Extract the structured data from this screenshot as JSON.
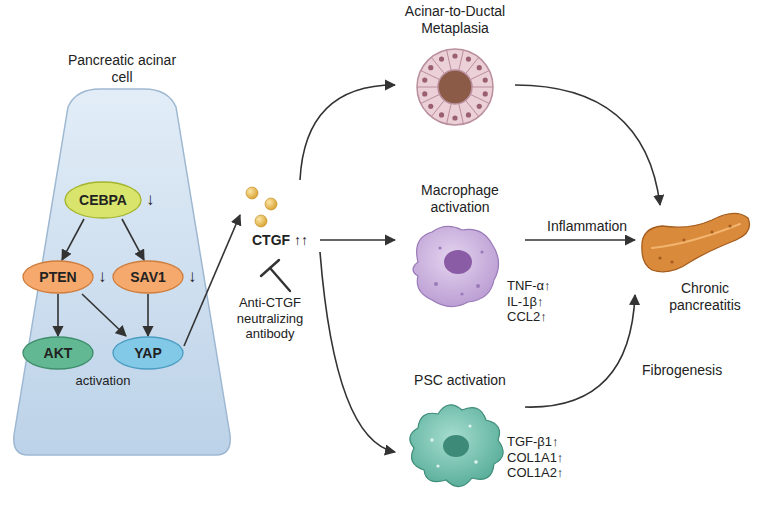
{
  "diagram": {
    "nodes": [
      {
        "text": [
          "Pancreatic acinar cell",
          "activation"
        ]
      },
      {
        "text": [
          "CEBPA",
          "↓"
        ],
        "in": 0
      },
      {
        "text": [
          "PTEN",
          "↓"
        ],
        "in": 0
      },
      {
        "text": [
          "SAV1",
          "↓"
        ],
        "in": 0
      },
      {
        "text": [
          "AKT"
        ],
        "in": 0
      },
      {
        "text": [
          "YAP"
        ],
        "in": 0
      },
      {
        "text": [
          "CTGF ↑↑"
        ]
      },
      {
        "text": [
          "Acinar-to-Ductal Metaplasia"
        ]
      },
      {
        "text": [
          "Macrophage activation",
          "TNF-α↑ IL-1β↑ CCL2↑"
        ]
      },
      {
        "text": [
          "PSC activation",
          "TGF-β1↑ COL1A1↑ COL1A2↑"
        ]
      },
      {
        "text": [
          "Chronic pancreatitis"
        ]
      }
    ],
    "edges": [
      {
        "from": 1,
        "to": 2,
        "arrow": "to"
      },
      {
        "from": 1,
        "to": 3,
        "arrow": "to"
      },
      {
        "from": 2,
        "to": 4,
        "arrow": "to"
      },
      {
        "from": 2,
        "to": 5,
        "arrow": "to"
      },
      {
        "from": 3,
        "to": 5,
        "arrow": "to"
      },
      {
        "from": 5,
        "to": 6,
        "arrow": "to"
      },
      {
        "from": 6,
        "to": 7,
        "arrow": "to"
      },
      {
        "from": 6,
        "to": 8,
        "arrow": "to"
      },
      {
        "from": 6,
        "to": 9,
        "arrow": "to"
      },
      {
        "from": 7,
        "to": 10,
        "arrow": "to"
      },
      {
        "from": 8,
        "to": 10,
        "label": "Inflammation",
        "arrow": "to"
      },
      {
        "from": 9,
        "to": 10,
        "label": "Fibrogenesis",
        "arrow": "to"
      }
    ],
    "labels": [
      "Anti-CTGF neutralizing antibody"
    ]
  }
}
